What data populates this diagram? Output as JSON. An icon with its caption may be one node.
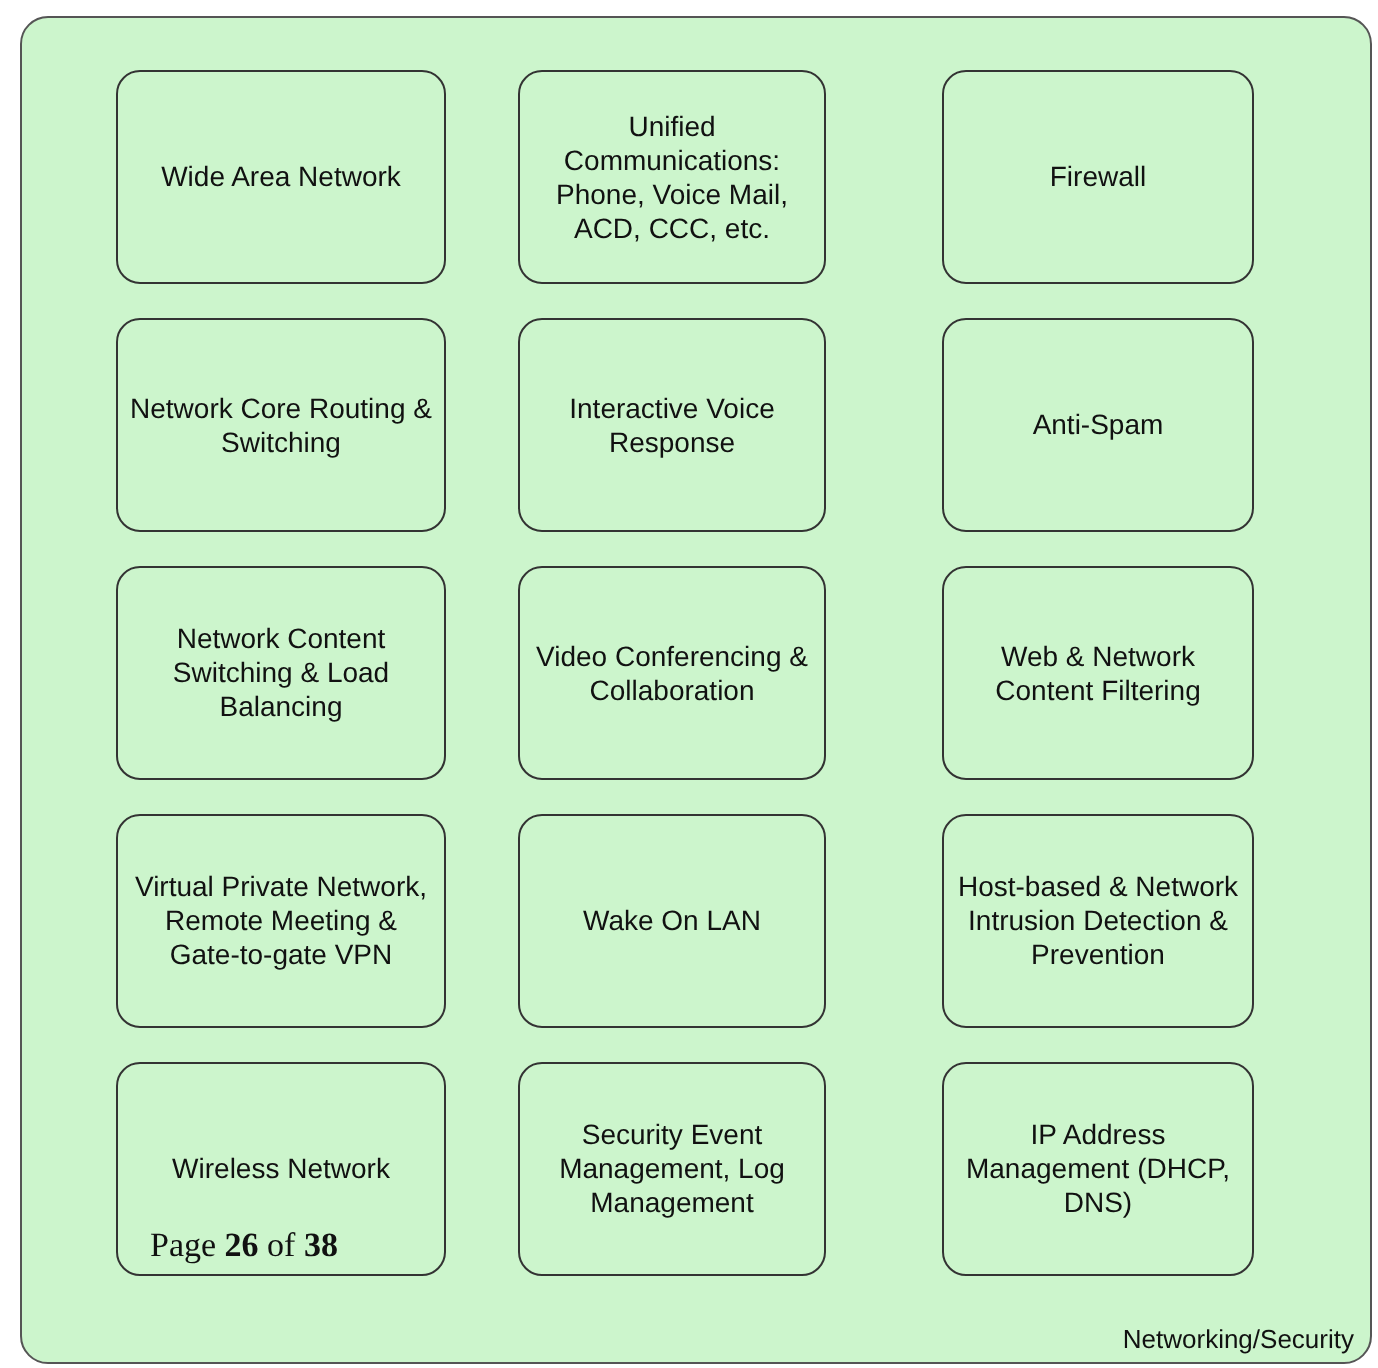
{
  "diagram": {
    "nodes": [
      {
        "text": [
          "Networking/Security"
        ]
      },
      {
        "text": [
          "Wide Area Network"
        ],
        "in": 0
      },
      {
        "text": [
          "Unified Communications: Phone, Voice Mail, ACD, CCC, etc."
        ],
        "in": 0
      },
      {
        "text": [
          "Firewall"
        ],
        "in": 0
      },
      {
        "text": [
          "Network Core Routing & Switching"
        ],
        "in": 0
      },
      {
        "text": [
          "Interactive Voice Response"
        ],
        "in": 0
      },
      {
        "text": [
          "Anti-Spam"
        ],
        "in": 0
      },
      {
        "text": [
          "Network Content Switching & Load Balancing"
        ],
        "in": 0
      },
      {
        "text": [
          "Video Conferencing & Collaboration"
        ],
        "in": 0
      },
      {
        "text": [
          "Web & Network Content Filtering"
        ],
        "in": 0
      },
      {
        "text": [
          "Virtual Private Network, Remote Meeting & Gate-to-gate VPN"
        ],
        "in": 0
      },
      {
        "text": [
          "Wake On LAN"
        ],
        "in": 0
      },
      {
        "text": [
          "Host-based & Network Intrusion Detection & Prevention"
        ],
        "in": 0
      },
      {
        "text": [
          "Wireless Network"
        ],
        "in": 0
      },
      {
        "text": [
          "Security Event Management, Log Management"
        ],
        "in": 0
      },
      {
        "text": [
          "IP Address Management (DHCP, DNS)"
        ],
        "in": 0
      }
    ],
    "edges": [],
    "labels": [
      "Page **26** of **38**"
    ]
  }
}
